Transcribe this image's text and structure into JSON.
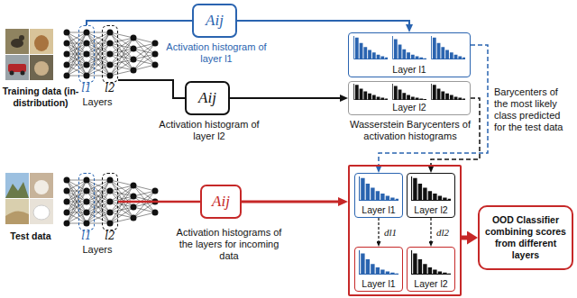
{
  "diagram": {
    "nodes": [
      {
        "text": [
          "l1"
        ]
      },
      {
        "text": [
          "l2"
        ]
      },
      {
        "text": [
          "Aij"
        ]
      },
      {
        "text": [
          "Aij"
        ]
      },
      {
        "text": [
          "Layer l1"
        ]
      },
      {
        "text": [
          "Layer l2"
        ]
      },
      {
        "text": [
          "l1"
        ]
      },
      {
        "text": [
          "l2"
        ]
      },
      {
        "text": [
          "Aij"
        ]
      },
      {
        "text": []
      },
      {
        "text": [
          "Layer l1"
        ],
        "in": 9
      },
      {
        "text": [
          "Layer l2"
        ],
        "in": 9
      },
      {
        "text": [
          "Layer l1"
        ],
        "in": 9
      },
      {
        "text": [
          "Layer l2"
        ],
        "in": 9
      },
      {
        "text": [
          "OOD Classifier combining scores from different layers"
        ]
      }
    ],
    "edges": [
      {
        "from": 0,
        "to": 2,
        "arrow": "none"
      },
      {
        "from": 2,
        "to": 4,
        "arrow": "to"
      },
      {
        "from": 1,
        "to": 3,
        "arrow": "none"
      },
      {
        "from": 3,
        "to": 5,
        "arrow": "to"
      },
      {
        "from": 7,
        "to": 8,
        "arrow": "none"
      },
      {
        "from": 8,
        "to": 9,
        "arrow": "to"
      },
      {
        "from": 4,
        "to": 10,
        "arrow": "to"
      },
      {
        "from": 5,
        "to": 11,
        "arrow": "to"
      },
      {
        "from": 10,
        "to": 12,
        "label": "dl1",
        "arrow": "to"
      },
      {
        "from": 11,
        "to": 13,
        "label": "dl2",
        "arrow": "to"
      },
      {
        "from": 9,
        "to": 14,
        "arrow": "to"
      }
    ],
    "labels": [
      "Training data (in-distribution)",
      "Layers",
      "Activation histogram of layer l1",
      "Wasserstein Barycenters of activation histograms",
      "Activation histogram of layer l2",
      "Barycenters of the most likely class predicted for the test data",
      "Test data",
      "Layers",
      "Activation histograms of the layers for incoming data"
    ]
  }
}
